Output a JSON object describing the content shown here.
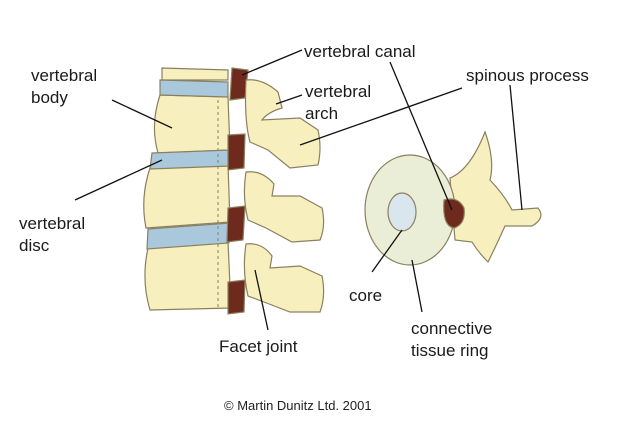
{
  "labels": {
    "vertebral_body": [
      "vertebral",
      "body"
    ],
    "vertebral_canal": "vertebral canal",
    "vertebral_arch": [
      "vertebral",
      "arch"
    ],
    "spinous_process": "spinous process",
    "vertebral_disc": [
      "vertebral",
      "disc"
    ],
    "core": "core",
    "connective_tissue_ring": [
      "connective",
      "tissue ring"
    ],
    "facet_joint": "Facet joint"
  },
  "copyright": "© Martin Dunitz Ltd. 2001",
  "colors": {
    "bone": "#f8efbe",
    "bone_outline": "#8a8060",
    "disc": "#a9c8dc",
    "canal": "#6e2a1c",
    "ring": "#eaeed6",
    "core": "#d9e6ee",
    "leader": "#111111"
  }
}
